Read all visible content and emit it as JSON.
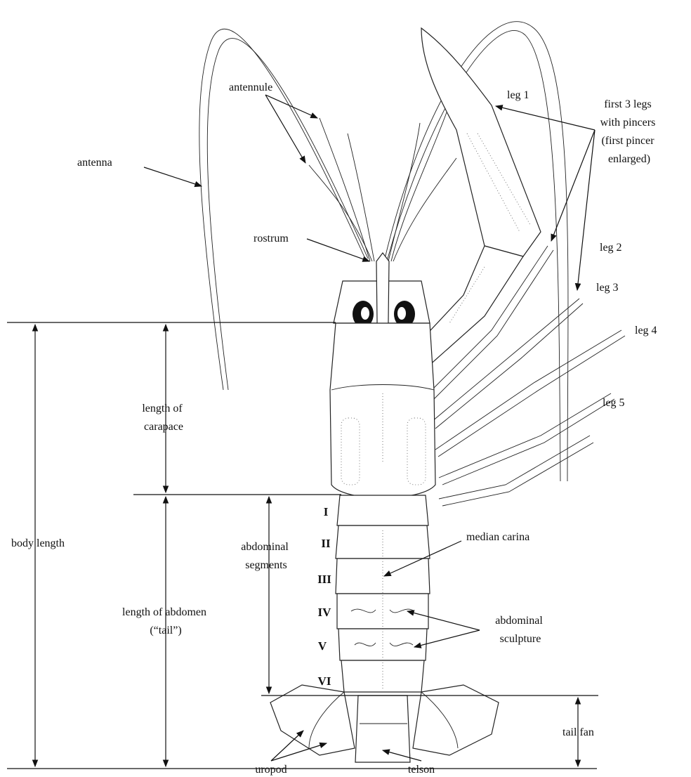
{
  "labels": {
    "antenna": "antenna",
    "antennule": "antennule",
    "rostrum": "rostrum",
    "leg1": "leg 1",
    "leg2": "leg 2",
    "leg3": "leg 3",
    "leg4": "leg 4",
    "leg5": "leg 5",
    "pincers_line1": "first 3 legs",
    "pincers_line2": "with pincers",
    "pincers_line3": "(first pincer",
    "pincers_line4": "enlarged)",
    "carapace_line1": "length of",
    "carapace_line2": "carapace",
    "body_length": "body length",
    "abdominal_segments_line1": "abdominal",
    "abdominal_segments_line2": "segments",
    "abdomen_line1": "length of abdomen",
    "abdomen_line2": "(“tail”)",
    "median_carina": "median carina",
    "sculpture_line1": "abdominal",
    "sculpture_line2": "sculpture",
    "tail_fan": "tail fan",
    "uropod": "uropod",
    "telson": "telson"
  },
  "segments": [
    "I",
    "II",
    "III",
    "IV",
    "V",
    "VI"
  ]
}
